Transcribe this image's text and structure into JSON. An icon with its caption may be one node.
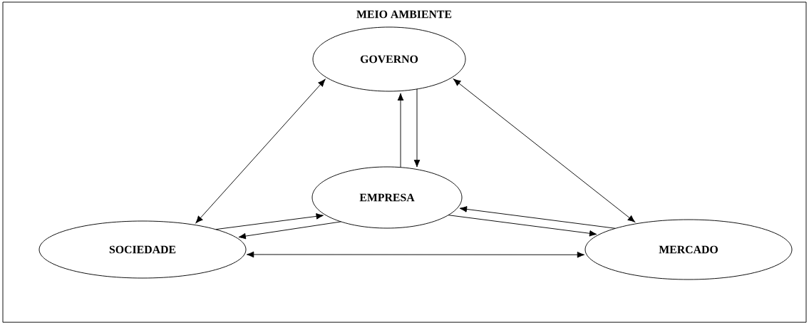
{
  "diagram": {
    "nodes": [
      {
        "text": [
          "MEIO AMBIENTE"
        ]
      },
      {
        "text": [
          "GOVERNO"
        ],
        "in": 0
      },
      {
        "text": [
          "EMPRESA"
        ],
        "in": 0
      },
      {
        "text": [
          "SOCIEDADE"
        ],
        "in": 0
      },
      {
        "text": [
          "MERCADO"
        ],
        "in": 0
      }
    ],
    "edges": [
      {
        "from": 3,
        "to": 1,
        "arrow": "both"
      },
      {
        "from": 1,
        "to": 4,
        "arrow": "both"
      },
      {
        "from": 2,
        "to": 1,
        "arrow": "to"
      },
      {
        "from": 1,
        "to": 2,
        "arrow": "to"
      },
      {
        "from": 3,
        "to": 2,
        "arrow": "to"
      },
      {
        "from": 2,
        "to": 3,
        "arrow": "to"
      },
      {
        "from": 2,
        "to": 4,
        "arrow": "to"
      },
      {
        "from": 4,
        "to": 2,
        "arrow": "to"
      },
      {
        "from": 3,
        "to": 4,
        "arrow": "both"
      }
    ]
  }
}
